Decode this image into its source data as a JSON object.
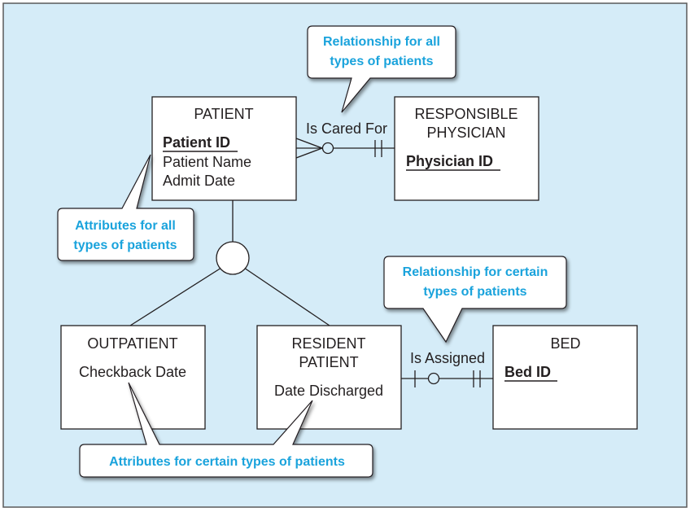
{
  "colors": {
    "background": "#d5ecf8",
    "frame": "#5a5a5a",
    "callout_text": "#1aa3dc",
    "line": "#231f20"
  },
  "entities": {
    "patient": {
      "title": "PATIENT",
      "key": "Patient ID",
      "attrs": [
        "Patient Name",
        "Admit Date"
      ]
    },
    "physician": {
      "title_lines": [
        "RESPONSIBLE",
        "PHYSICIAN"
      ],
      "key": "Physician ID"
    },
    "outpatient": {
      "title": "OUTPATIENT",
      "attrs": [
        "Checkback Date"
      ]
    },
    "resident": {
      "title_lines": [
        "RESIDENT",
        "PATIENT"
      ],
      "attrs": [
        "Date Discharged"
      ]
    },
    "bed": {
      "title": "BED",
      "key": "Bed ID"
    }
  },
  "relationships": {
    "cared_for": "Is Cared For",
    "assigned": "Is Assigned"
  },
  "callouts": {
    "rel_all": [
      "Relationship for all",
      "types of patients"
    ],
    "attr_all": [
      "Attributes for all",
      "types of patients"
    ],
    "rel_certain": [
      "Relationship for certain",
      "types of patients"
    ],
    "attr_certain": "Attributes for certain types of patients"
  }
}
